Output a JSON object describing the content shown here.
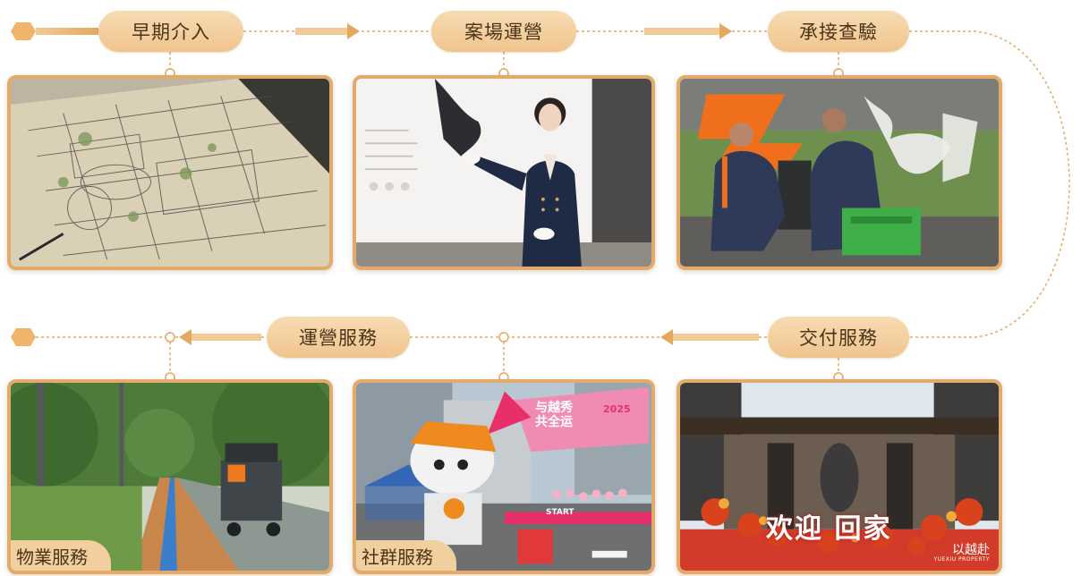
{
  "stages": {
    "row1": [
      "早期介入",
      "案場運營",
      "承接查驗"
    ],
    "row2": [
      "運營服務",
      "交付服務"
    ]
  },
  "captions": {
    "property_service": "物業服務",
    "community_service": "社群服務"
  },
  "photos": {
    "banner_main": "与越秀\n共全运",
    "banner_date": "2025",
    "start_label": "START",
    "welcome_sign": "欢迎 回家",
    "brand_name": "以越赴",
    "brand_sub": "YUEXIU PROPERTY"
  },
  "colors": {
    "accent": "#e2ab6c",
    "pill": "#f0c48d",
    "text": "#4a3418",
    "connector": "#e5a860"
  }
}
